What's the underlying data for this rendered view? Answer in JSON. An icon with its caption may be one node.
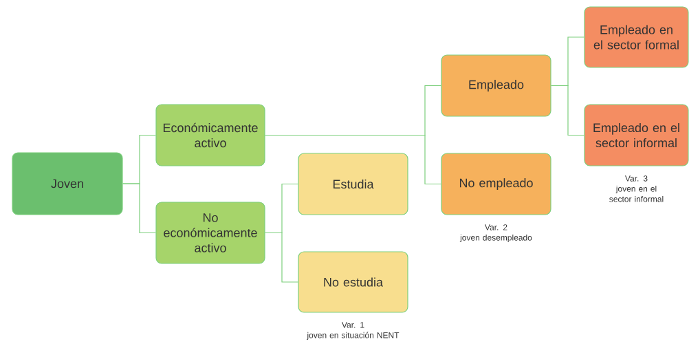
{
  "diagram": {
    "nodes": [
      {
        "text": [
          "Joven"
        ]
      },
      {
        "text": [
          "Económicamente activo"
        ]
      },
      {
        "text": [
          "No económicamente activo"
        ]
      },
      {
        "text": [
          "Estudia"
        ]
      },
      {
        "text": [
          "No estudia"
        ],
        "beside": [
          "Var. 1",
          "joven en situación NENT"
        ]
      },
      {
        "text": [
          "Empleado"
        ]
      },
      {
        "text": [
          "No empleado"
        ],
        "beside": [
          "Var. 2",
          "joven desempleado"
        ]
      },
      {
        "text": [
          "Empleado en el sector formal"
        ]
      },
      {
        "text": [
          "Empleado en el sector informal"
        ],
        "beside": [
          "Var. 3",
          "joven en el sector informal"
        ]
      }
    ],
    "edges": [
      {
        "from": 0,
        "to": 1,
        "arrow": "none"
      },
      {
        "from": 0,
        "to": 2,
        "arrow": "none"
      },
      {
        "from": 1,
        "to": 5,
        "arrow": "none"
      },
      {
        "from": 1,
        "to": 6,
        "arrow": "none"
      },
      {
        "from": 2,
        "to": 3,
        "arrow": "none"
      },
      {
        "from": 2,
        "to": 4,
        "arrow": "none"
      },
      {
        "from": 5,
        "to": 7,
        "arrow": "none"
      },
      {
        "from": 5,
        "to": 8,
        "arrow": "none"
      }
    ]
  }
}
